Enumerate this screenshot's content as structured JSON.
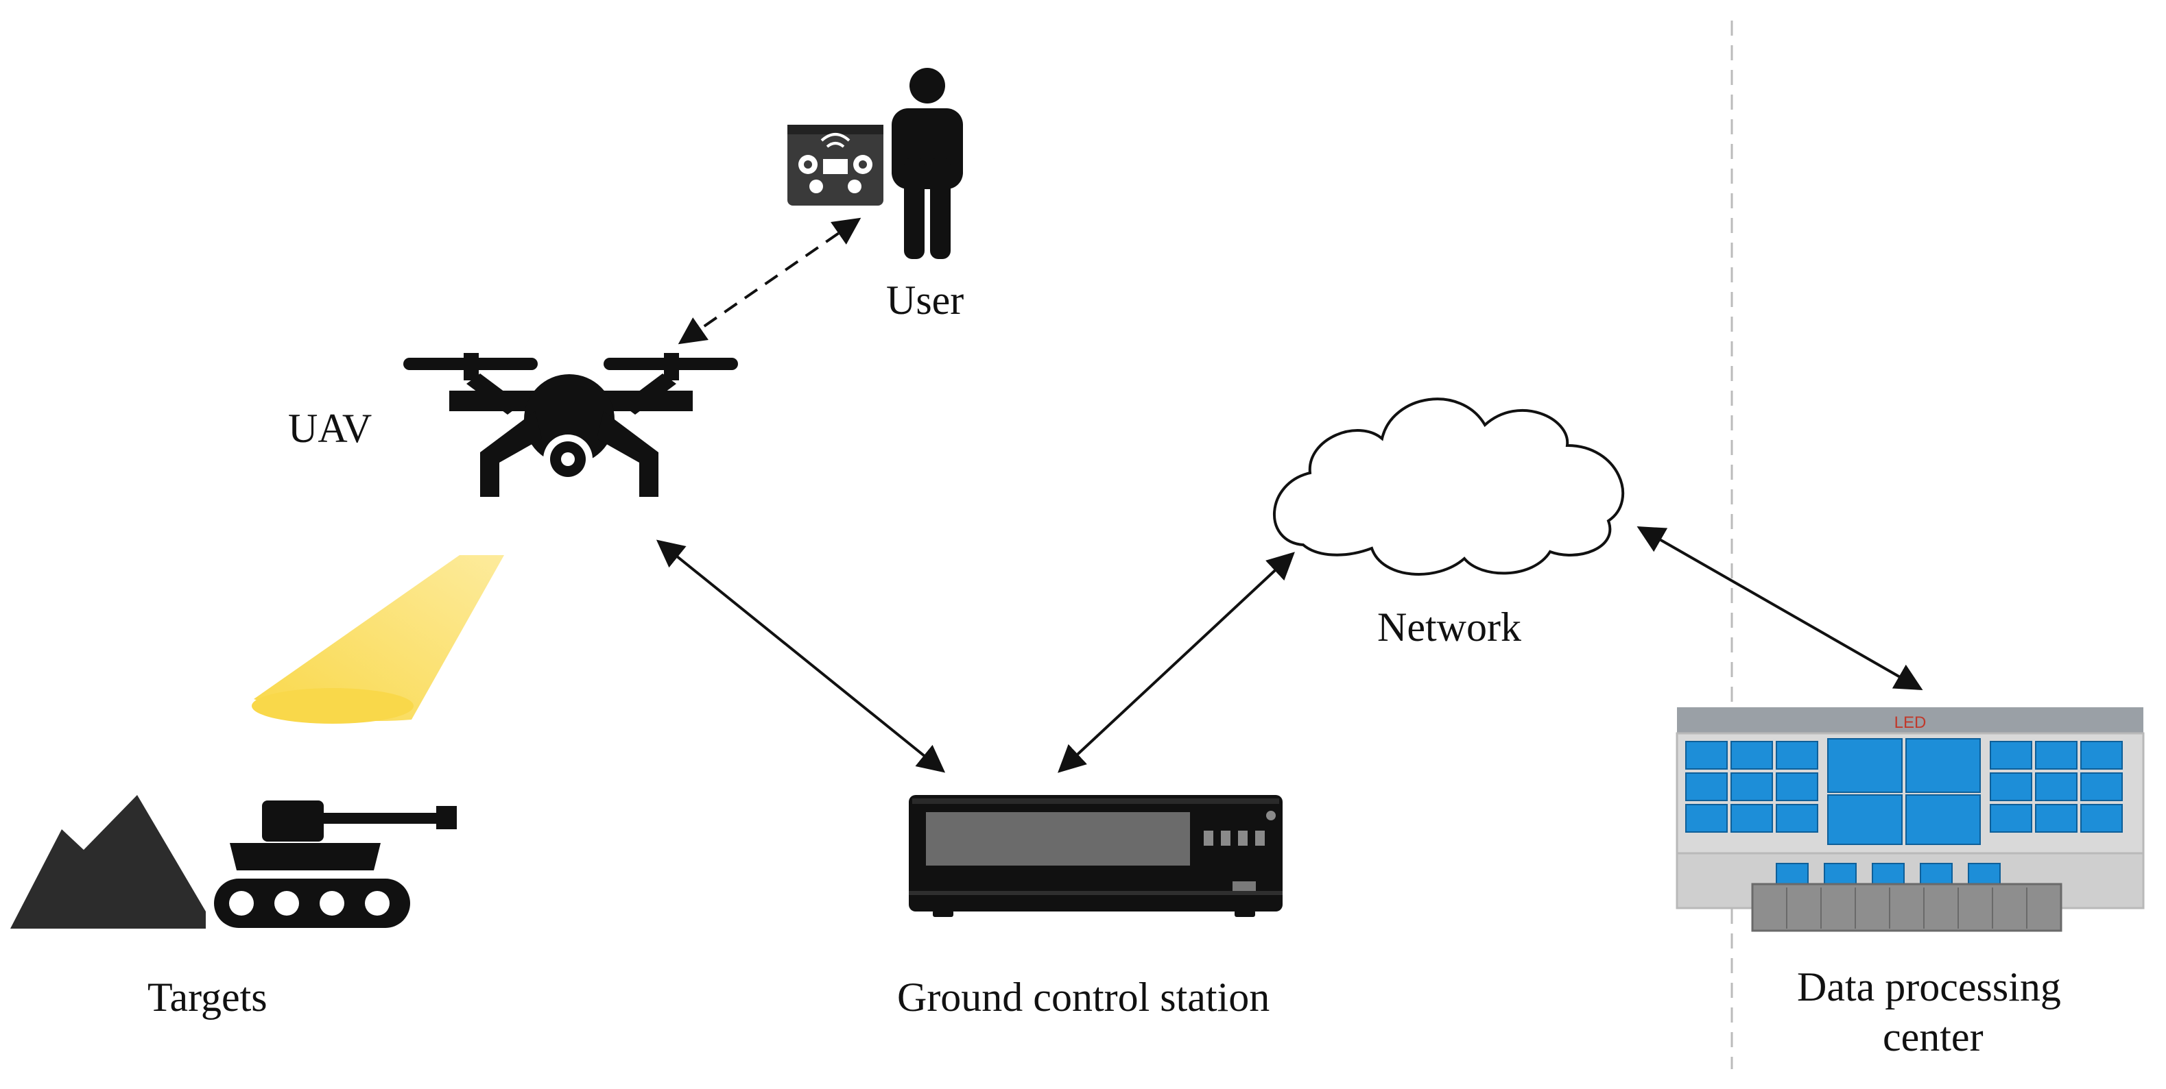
{
  "labels": {
    "user": "User",
    "uav": "UAV",
    "network": "Network",
    "targets": "Targets",
    "gcs": "Ground control station",
    "dpc_line1": "Data processing",
    "dpc_line2": "center",
    "led": "LED"
  },
  "colors": {
    "ink": "#111111",
    "beam": "#fde58a",
    "beam_tip": "#fbd94f",
    "screen": "#1d8ed8",
    "building_frame": "#b9b9b9",
    "gcs_body": "#111111",
    "gcs_panel": "#6b6b6b",
    "divider": "#bbbbbb"
  },
  "icons": [
    "remote-controller-icon",
    "person-icon",
    "drone-icon",
    "cloud-icon",
    "mountain-icon",
    "tank-icon",
    "server-box-icon",
    "building-icon"
  ]
}
